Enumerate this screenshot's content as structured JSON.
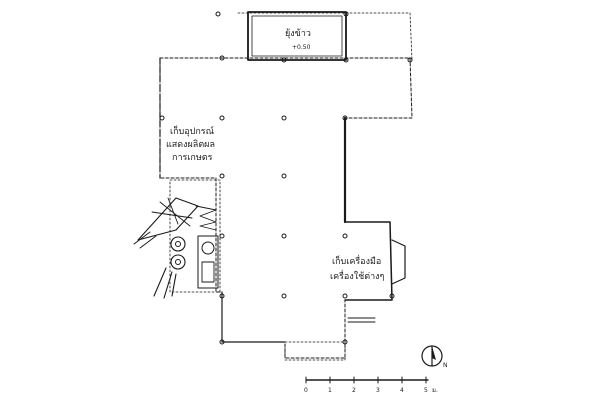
{
  "plan": {
    "rooms": {
      "kitchen": {
        "label": "ยุ้งข้าว",
        "level": "+0.50"
      },
      "farm_tools": {
        "lines": [
          "เก็บอุปกรณ์",
          "แสดงผลิตผล",
          "การเกษตร"
        ]
      },
      "storage": {
        "lines": [
          "เก็บเครื่องมือ",
          "เครื่องใช้ต่างๆ"
        ]
      }
    },
    "north_arrow": {
      "label": "N"
    },
    "scale_bar": {
      "ticks": [
        "0",
        "1",
        "2",
        "3",
        "4",
        "5"
      ],
      "unit": "ม."
    }
  }
}
